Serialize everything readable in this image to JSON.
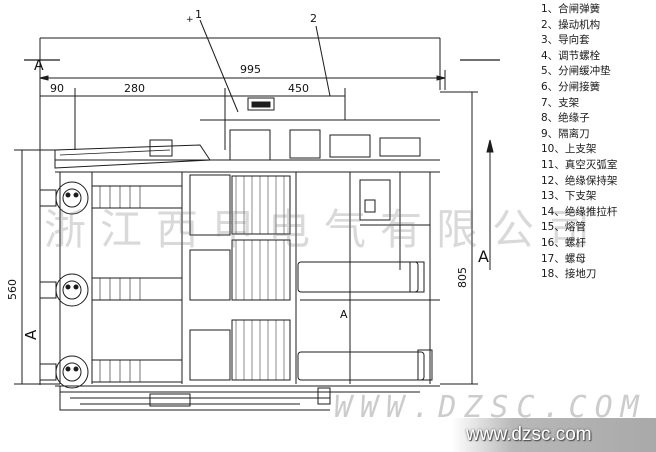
{
  "callouts": [
    "1",
    "2"
  ],
  "dimensions": {
    "overall_width": "995",
    "left_offset": "90",
    "pole_spacing": "280",
    "right_span": "450",
    "height_left": "560",
    "height_right": "805"
  },
  "section_marks": {
    "left": "A",
    "right": "A",
    "left_lower": "A",
    "mid": "A"
  },
  "legend": [
    "1、合闸弹簧",
    "2、操动机构",
    "3、导向套",
    "4、调节螺栓",
    "5、分闸缓冲垫",
    "6、分闸接簧",
    "7、支架",
    "8、绝缘子",
    "9、隔离刀",
    "10、上支架",
    "11、真空灭弧室",
    "12、绝缘保持架",
    "13、下支架",
    "14、绝缘推拉杆",
    "15、熔管",
    "16、螺杆",
    "17、螺母",
    "18、接地刀"
  ],
  "watermark": "浙江西甲电气有限公司",
  "watermark_url": "WWW.DZSC.COM",
  "site": "www.dzsc.com"
}
